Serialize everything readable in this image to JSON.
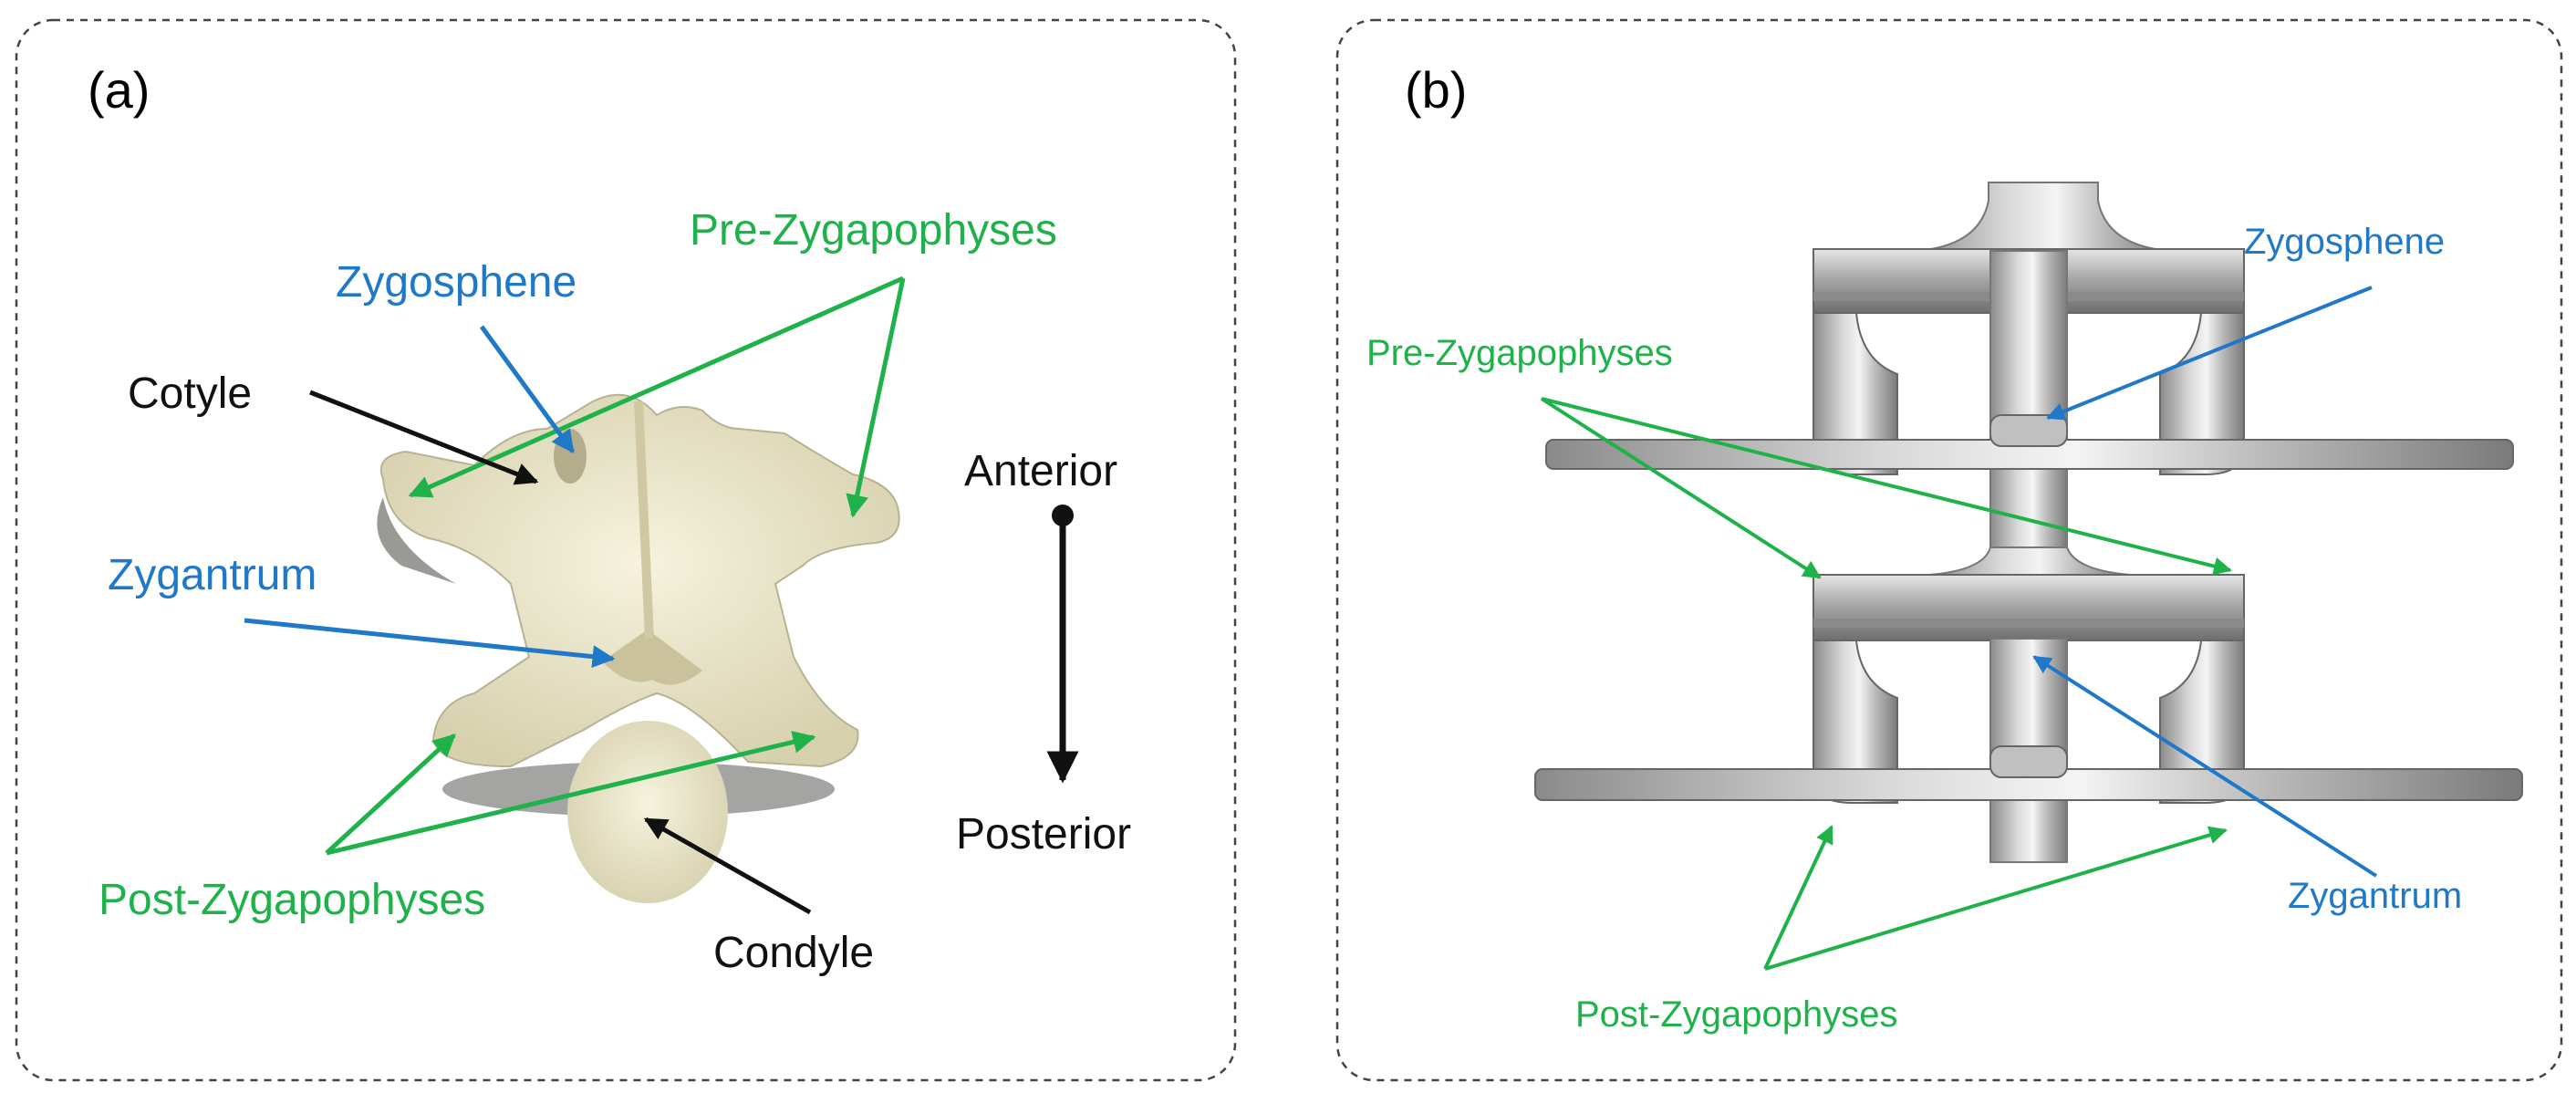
{
  "panel_a": {
    "letter": "(a)",
    "labels": {
      "pre_zygapophyses": "Pre-Zygapophyses",
      "zygosphene": "Zygosphene",
      "cotyle": "Cotyle",
      "zygantrum": "Zygantrum",
      "post_zygapophyses": "Post-Zygapophyses",
      "condyle": "Condyle",
      "anterior": "Anterior",
      "posterior": "Posterior"
    }
  },
  "panel_b": {
    "letter": "(b)",
    "labels": {
      "zygosphene": "Zygosphene",
      "pre_zygapophyses": "Pre-Zygapophyses",
      "zygantrum": "Zygantrum",
      "post_zygapophyses": "Post-Zygapophyses"
    }
  },
  "colors": {
    "green": "#1fb24a",
    "blue": "#1f78c8",
    "black": "#111111",
    "bone": "#ece8cf",
    "metal": "#b9b9b9"
  }
}
